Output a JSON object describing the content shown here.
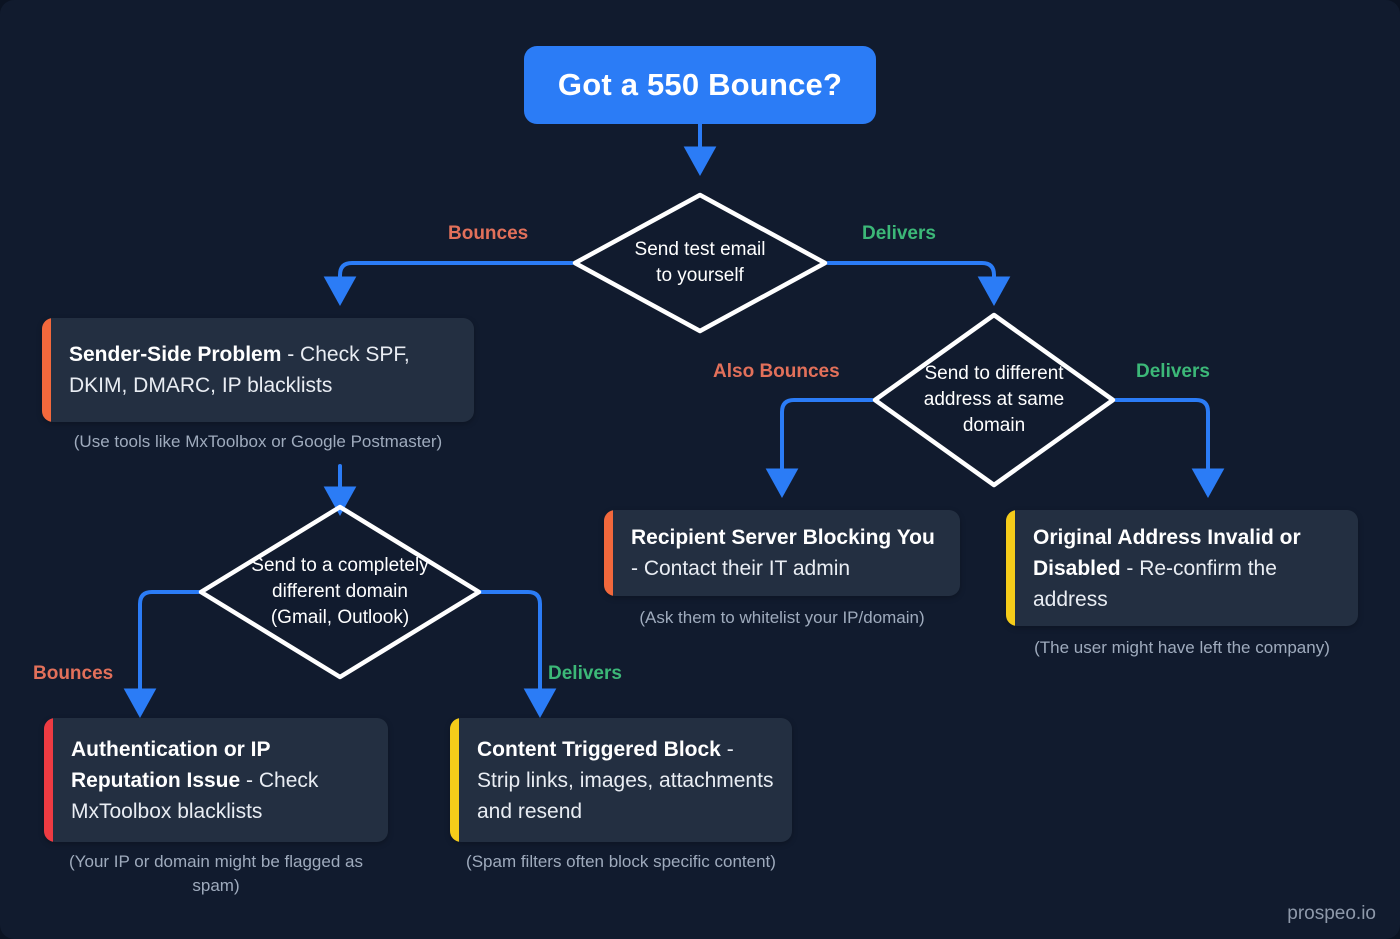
{
  "title": {
    "label": "Got a 550 Bounce?"
  },
  "colors": {
    "background": "#111b2e",
    "card_bg": "#232f41",
    "title_bg": "#2b7cf6",
    "connector": "#2b7cf6",
    "diamond_stroke": "#ffffff",
    "accent_orange": "#f2683c",
    "accent_red": "#ee3b42",
    "accent_yellow": "#f5cc1a",
    "label_bounce": "#e2705a",
    "label_deliver": "#3cb878",
    "note_text": "#9fabbd"
  },
  "decisions": {
    "d1": {
      "lines": [
        "Send test email",
        "to yourself"
      ]
    },
    "d2": {
      "lines": [
        "Send to different",
        "address at same",
        "domain"
      ]
    },
    "d3": {
      "lines": [
        "Send to a completely",
        "different domain",
        "(Gmail, Outlook)"
      ]
    }
  },
  "edges": {
    "d1_left": "Bounces",
    "d1_right": "Delivers",
    "d2_left": "Also Bounces",
    "d2_right": "Delivers",
    "d3_left": "Bounces",
    "d3_right": "Delivers"
  },
  "cards": {
    "sender_side": {
      "accent": "#f2683c",
      "bold": "Sender-Side Problem",
      "rest": " - Check SPF, DKIM, DMARC, IP blacklists",
      "note": "(Use tools like MxToolbox or Google Postmaster)"
    },
    "recipient_blocking": {
      "accent": "#f2683c",
      "bold": "Recipient Server Blocking You",
      "rest": " - Contact their IT admin",
      "note": "(Ask them to whitelist your IP/domain)"
    },
    "address_invalid": {
      "accent": "#f5cc1a",
      "bold": "Original Address Invalid or Disabled",
      "rest": " - Re-confirm the address",
      "note": "(The user might have left the company)"
    },
    "auth_reputation": {
      "accent": "#ee3b42",
      "bold": "Authentication or IP Reputation Issue",
      "rest": " - Check MxToolbox blacklists",
      "note": "(Your IP or domain might be flagged as spam)"
    },
    "content_block": {
      "accent": "#f5cc1a",
      "bold": "Content Triggered Block",
      "rest": " - Strip links, images, attachments and resend",
      "note": "(Spam filters often block specific content)"
    }
  },
  "watermark": "prospeo.io"
}
